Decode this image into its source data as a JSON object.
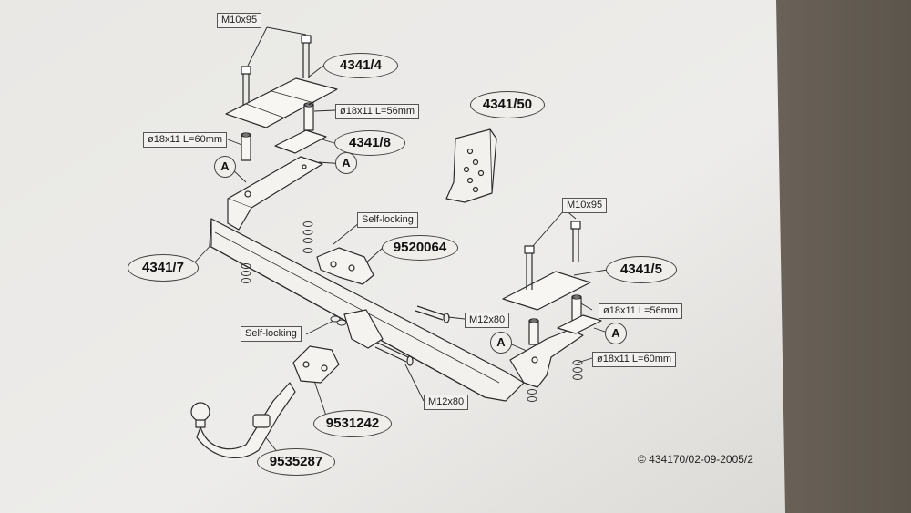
{
  "labels": {
    "m10x95_top": "M10x95",
    "m10x95_right": "M10x95",
    "d18x11_56_top": "ø18x11 L=56mm",
    "d18x11_60_left": "ø18x11 L=60mm",
    "d18x11_56_right": "ø18x11 L=56mm",
    "d18x11_60_right": "ø18x11 L=60mm",
    "self_locking_top": "Self-locking",
    "self_locking_left": "Self-locking",
    "m12x80_right": "M12x80",
    "m12x80_bottom": "M12x80"
  },
  "parts": {
    "p4341_4": "4341/4",
    "p4341_8": "4341/8",
    "p4341_50": "4341/50",
    "p4341_7": "4341/7",
    "p9520064": "9520064",
    "p4341_5": "4341/5",
    "p9531242": "9531242",
    "p9535287": "9535287"
  },
  "callouts": {
    "a": "A"
  },
  "copyright": "© 434170/02-09-2005/2",
  "colors": {
    "paper": "#ecebe8",
    "ink": "#2a2a2a",
    "background": "#6f675d"
  }
}
